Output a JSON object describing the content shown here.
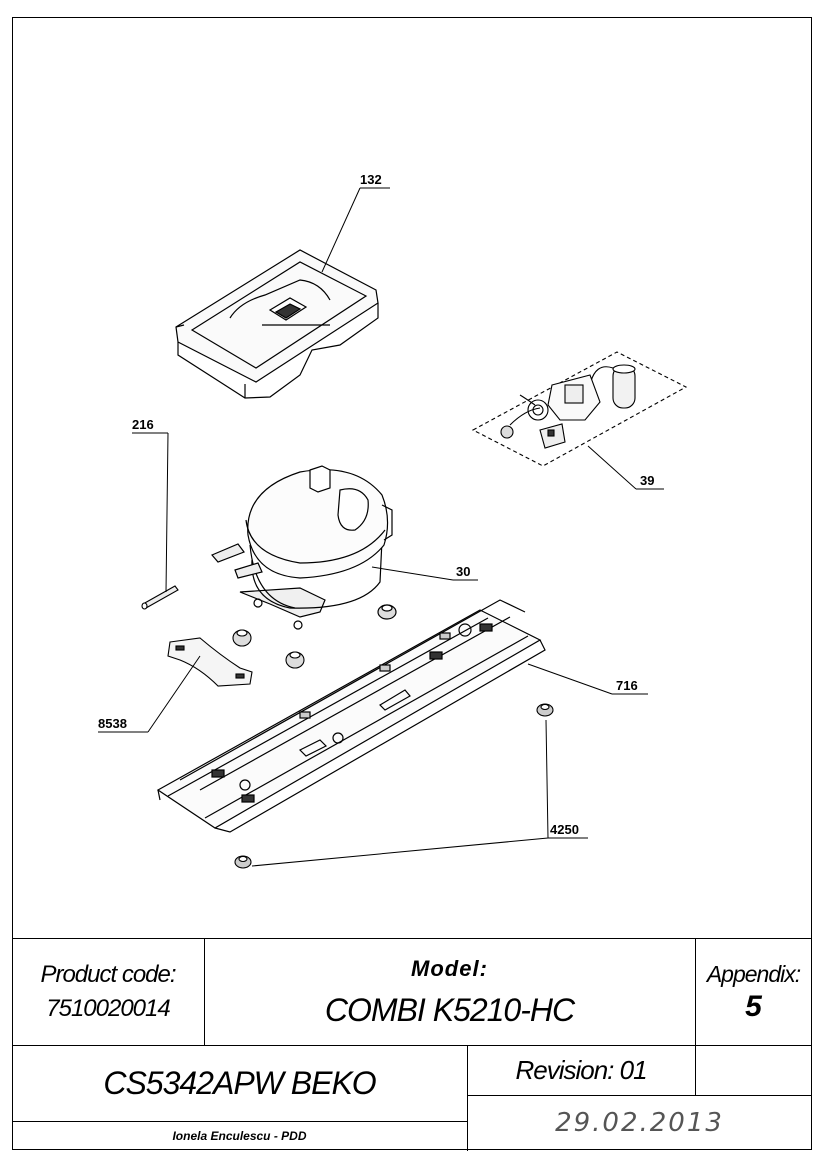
{
  "callouts": {
    "c132": "132",
    "c216": "216",
    "c39": "39",
    "c30": "30",
    "c716": "716",
    "c8538": "8538",
    "c4250": "4250"
  },
  "title_block": {
    "product_code_label": "Product code:",
    "product_code_value": "7510020014",
    "model_label": "Model:",
    "model_value": "COMBI K5210-HC",
    "appendix_label": "Appendix:",
    "appendix_value": "5",
    "sku": "CS5342APW BEKO",
    "revision": "Revision: 01",
    "date": "29.02.2013",
    "author": "Ionela Enculescu - PDD"
  }
}
